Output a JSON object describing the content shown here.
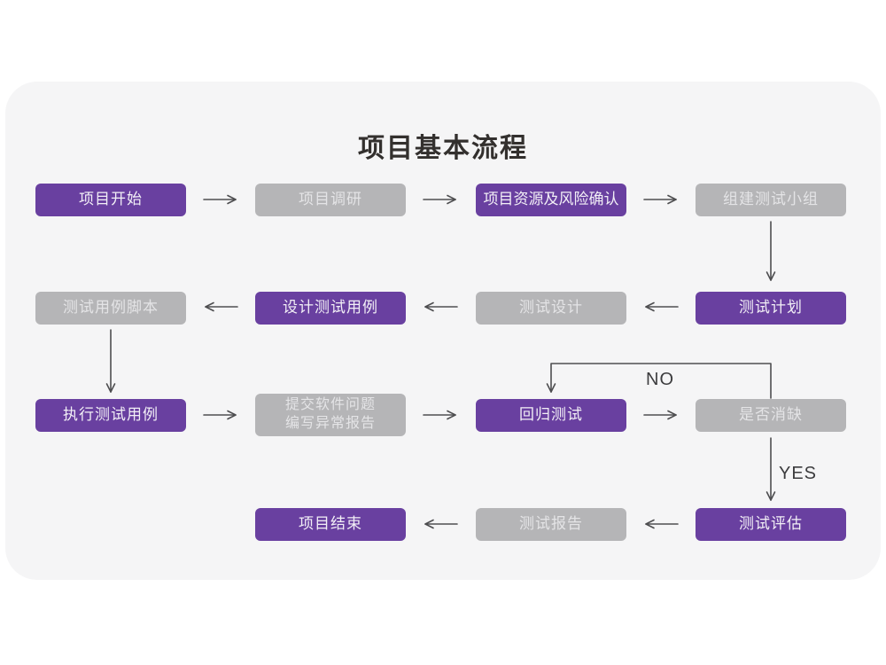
{
  "title": "项目基本流程",
  "decision": {
    "no_label": "NO",
    "yes_label": "YES"
  },
  "colors": {
    "page_background": "#ffffff",
    "card_background": "#f5f5f6",
    "primary_purple": "#6940a0",
    "secondary_gray": "#b5b5b7",
    "arrow": "#4e4e50",
    "title_text": "#33302e",
    "text_on_purple": "#f2eff6",
    "text_on_gray": "#e4e4e6"
  },
  "nodes": [
    {
      "label": "项目开始",
      "variant": "purple"
    },
    {
      "label": "项目调研",
      "variant": "gray"
    },
    {
      "label": "项目资源及风险确认",
      "variant": "purple"
    },
    {
      "label": "组建测试小组",
      "variant": "gray"
    },
    {
      "label": "测试计划",
      "variant": "purple"
    },
    {
      "label": "测试设计",
      "variant": "gray"
    },
    {
      "label": "设计测试用例",
      "variant": "purple"
    },
    {
      "label": "测试用例脚本",
      "variant": "gray"
    },
    {
      "label": "执行测试用例",
      "variant": "purple"
    },
    {
      "lines": [
        "提交软件问题",
        "编写异常报告"
      ],
      "variant": "gray"
    },
    {
      "label": "回归测试",
      "variant": "purple"
    },
    {
      "label": "是否消缺",
      "variant": "gray"
    },
    {
      "label": "测试评估",
      "variant": "purple"
    },
    {
      "label": "测试报告",
      "variant": "gray"
    },
    {
      "label": "项目结束",
      "variant": "purple"
    }
  ]
}
